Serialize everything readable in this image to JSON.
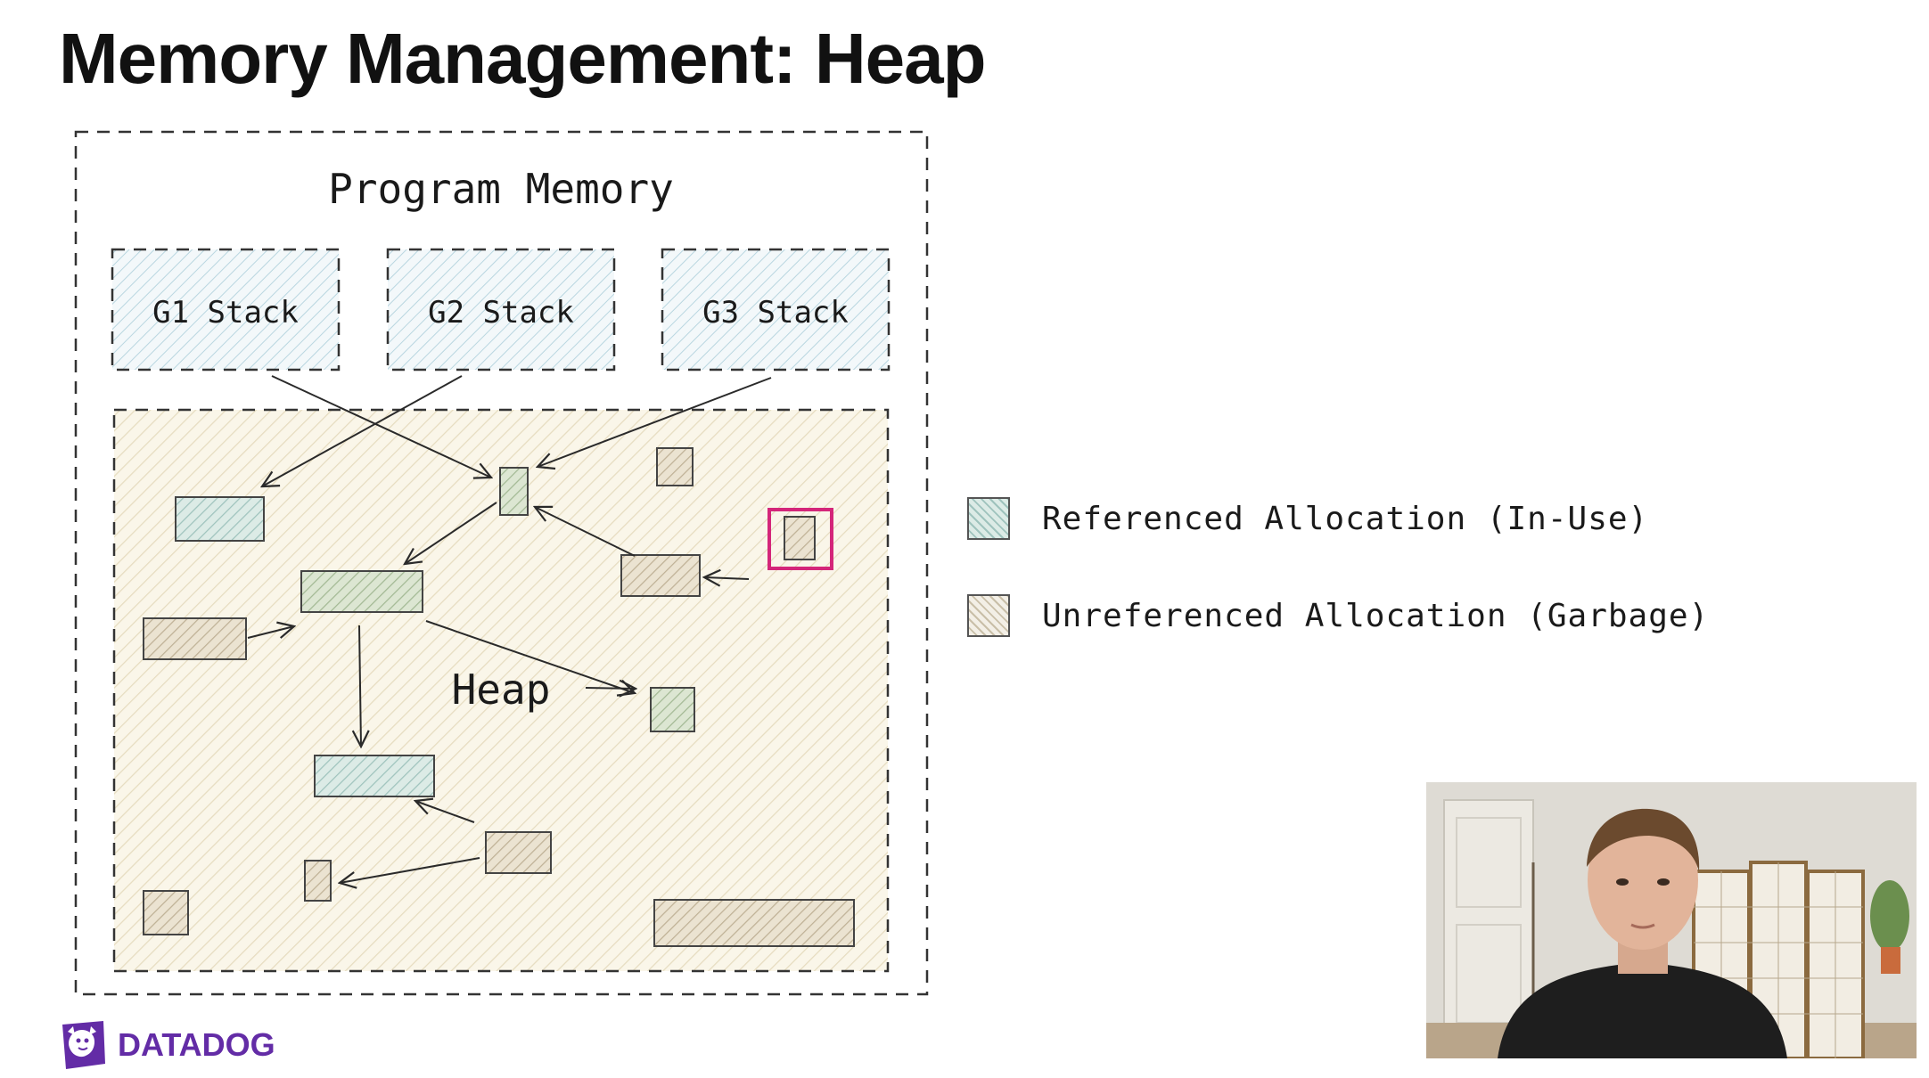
{
  "slide": {
    "title": "Memory Management: Heap"
  },
  "diagram": {
    "program_memory_label": "Program Memory",
    "stacks": [
      {
        "label": "G1 Stack"
      },
      {
        "label": "G2 Stack"
      },
      {
        "label": "G3 Stack"
      }
    ],
    "heap_label": "Heap"
  },
  "legend": {
    "referenced": "Referenced Allocation (In-Use)",
    "unreferenced": "Unreferenced Allocation (Garbage)",
    "referenced_color": "#cfe6e4",
    "unreferenced_color": "#e3dccb",
    "highlight_color": "#d4267a"
  },
  "brand": {
    "name": "DATADOG",
    "color": "#632ca6"
  }
}
